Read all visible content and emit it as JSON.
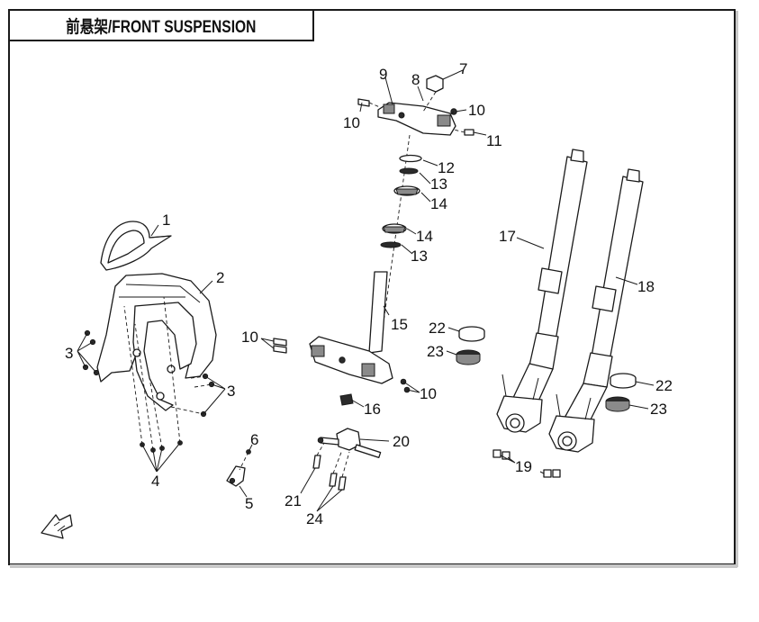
{
  "title": "前悬架/FRONT SUSPENSION",
  "callouts": [
    {
      "id": "c1",
      "label": "1"
    },
    {
      "id": "c2",
      "label": "2"
    },
    {
      "id": "c3a",
      "label": "3"
    },
    {
      "id": "c3b",
      "label": "3"
    },
    {
      "id": "c4",
      "label": "4"
    },
    {
      "id": "c5",
      "label": "5"
    },
    {
      "id": "c6",
      "label": "6"
    },
    {
      "id": "c7",
      "label": "7"
    },
    {
      "id": "c8",
      "label": "8"
    },
    {
      "id": "c9",
      "label": "9"
    },
    {
      "id": "c10a",
      "label": "10"
    },
    {
      "id": "c10b",
      "label": "10"
    },
    {
      "id": "c10c",
      "label": "10"
    },
    {
      "id": "c10d",
      "label": "10"
    },
    {
      "id": "c11",
      "label": "11"
    },
    {
      "id": "c12",
      "label": "12"
    },
    {
      "id": "c13a",
      "label": "13"
    },
    {
      "id": "c13b",
      "label": "13"
    },
    {
      "id": "c14a",
      "label": "14"
    },
    {
      "id": "c14b",
      "label": "14"
    },
    {
      "id": "c15",
      "label": "15"
    },
    {
      "id": "c16",
      "label": "16"
    },
    {
      "id": "c17",
      "label": "17"
    },
    {
      "id": "c18",
      "label": "18"
    },
    {
      "id": "c19",
      "label": "19"
    },
    {
      "id": "c20",
      "label": "20"
    },
    {
      "id": "c21",
      "label": "21"
    },
    {
      "id": "c22a",
      "label": "22"
    },
    {
      "id": "c22b",
      "label": "22"
    },
    {
      "id": "c23a",
      "label": "23"
    },
    {
      "id": "c23b",
      "label": "23"
    },
    {
      "id": "c24",
      "label": "24"
    }
  ],
  "icons": {
    "direction": "front-arrow-icon"
  }
}
